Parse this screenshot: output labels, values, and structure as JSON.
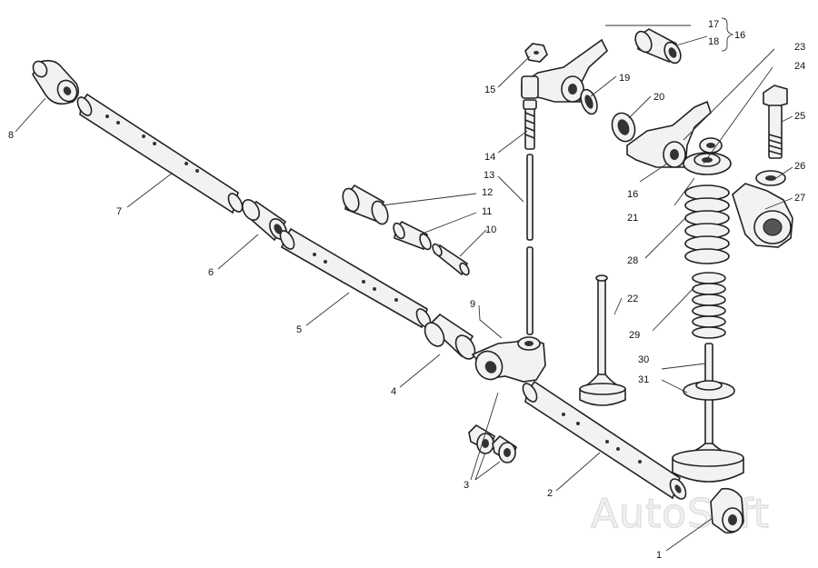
{
  "watermark": "AutoSoft",
  "callouts": {
    "c1": "1",
    "c2": "2",
    "c3": "3",
    "c4": "4",
    "c5": "5",
    "c6": "6",
    "c7": "7",
    "c8": "8",
    "c9": "9",
    "c10": "10",
    "c11": "11",
    "c12": "12",
    "c13": "13",
    "c14": "14",
    "c15": "15",
    "c16a": "16",
    "c16b": "16",
    "c17": "17",
    "c18": "18",
    "c19": "19",
    "c20": "20",
    "c21": "21",
    "c22": "22",
    "c23": "23",
    "c24": "24",
    "c25": "25",
    "c26": "26",
    "c27": "27",
    "c28": "28",
    "c29": "29",
    "c30": "30",
    "c31": "31"
  }
}
